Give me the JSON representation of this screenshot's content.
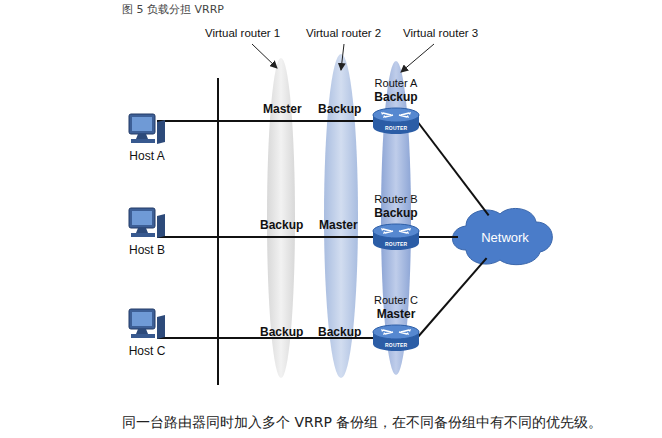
{
  "diagram": {
    "title": "图 5 负载分担 VRRP",
    "caption": "同一台路由器同时加入多个 VRRP 备份组，在不同备份组中有不同的优先级。",
    "nodes": [
      {
        "text": [
          "Router A",
          "Backup"
        ]
      },
      {
        "text": [
          "Host A"
        ]
      },
      {
        "text": [
          "Router B",
          "Backup"
        ]
      },
      {
        "text": [
          "Host B"
        ]
      },
      {
        "text": [
          "Router C",
          "Master"
        ]
      },
      {
        "text": [
          "Host C"
        ]
      },
      {
        "text": [
          "Network"
        ]
      }
    ],
    "edges": [
      {
        "from": 1,
        "to": 0,
        "arrow": "none"
      },
      {
        "from": 3,
        "to": 2,
        "arrow": "none"
      },
      {
        "from": 5,
        "to": 4,
        "arrow": "none"
      },
      {
        "from": 0,
        "to": 6,
        "arrow": "none"
      },
      {
        "from": 2,
        "to": 6,
        "arrow": "none"
      },
      {
        "from": 4,
        "to": 6,
        "arrow": "none"
      }
    ],
    "labels": [
      "Virtual router 1",
      "Virtual router 2",
      "Virtual router 3",
      "Master",
      "Backup",
      "Backup",
      "Master",
      "Backup",
      "Backup",
      "ROUTER",
      "ROUTER",
      "ROUTER"
    ]
  }
}
